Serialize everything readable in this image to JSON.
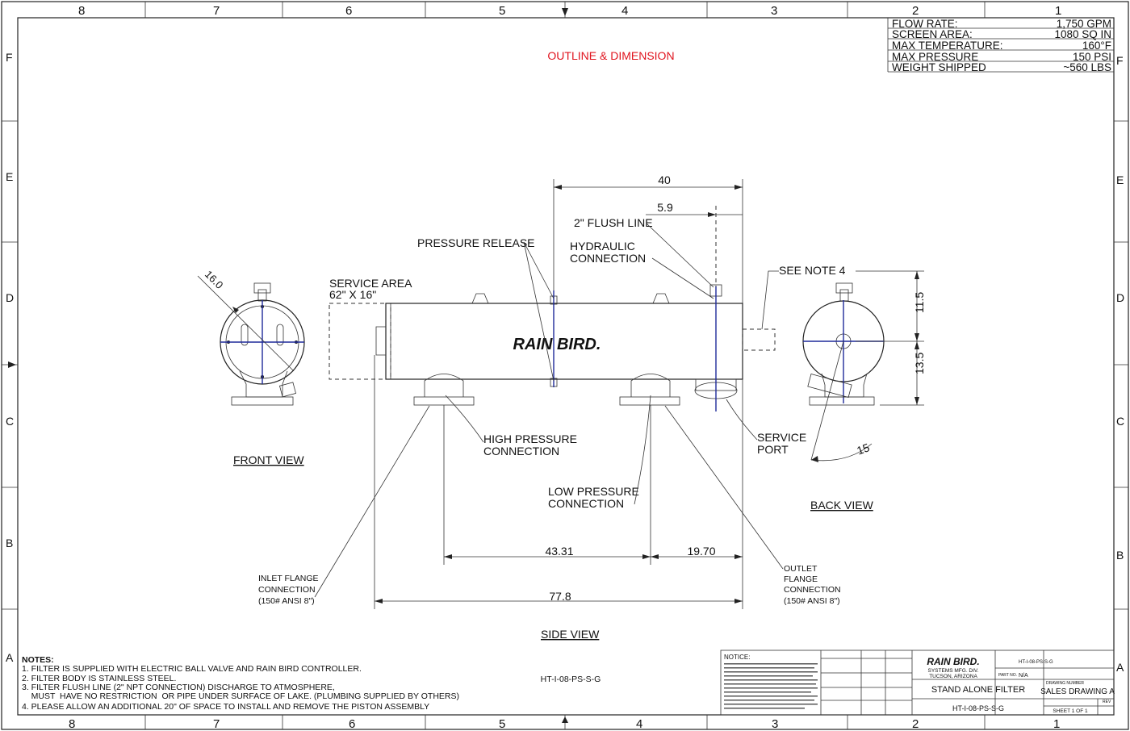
{
  "title": "OUTLINE & DIMENSION",
  "colors": {
    "title": "#e0141e",
    "ink": "#111111",
    "centerline": "#1f2a9a"
  },
  "zones": {
    "top": [
      "8",
      "7",
      "6",
      "5",
      "4",
      "3",
      "2",
      "1"
    ],
    "bottom": [
      "8",
      "7",
      "6",
      "5",
      "4",
      "3",
      "2",
      "1"
    ],
    "left": [
      "F",
      "E",
      "D",
      "C",
      "B",
      "A"
    ],
    "right": [
      "F",
      "E",
      "D",
      "C",
      "B",
      "A"
    ]
  },
  "specs": [
    {
      "label": "FLOW RATE:",
      "value": "1,750 GPM"
    },
    {
      "label": "SCREEN AREA:",
      "value": "1080 SQ IN"
    },
    {
      "label": "MAX TEMPERATURE:",
      "value": "160°F"
    },
    {
      "label": "MAX PRESSURE",
      "value": "150 PSI"
    },
    {
      "label": "WEIGHT SHIPPED",
      "value": "~560 LBS"
    }
  ],
  "views": {
    "front": "FRONT VIEW",
    "side": "SIDE VIEW",
    "back": "BACK VIEW"
  },
  "brand": "RAIN BIRD.",
  "labels": {
    "service_area_1": "SERVICE AREA",
    "service_area_2": "62\" X 16\"",
    "pressure_release": "PRESSURE RELEASE",
    "flush_line": "2\" FLUSH LINE",
    "hydraulic_1": "HYDRAULIC",
    "hydraulic_2": "CONNECTION",
    "see_note": "SEE NOTE 4",
    "high_pressure_1": "HIGH PRESSURE",
    "high_pressure_2": "CONNECTION",
    "service_port_1": "SERVICE",
    "service_port_2": "PORT",
    "low_pressure_1": "LOW PRESSURE",
    "low_pressure_2": "CONNECTION",
    "inlet_1": "INLET FLANGE",
    "inlet_2": "CONNECTION",
    "inlet_3": "(150# ANSI 8\")",
    "outlet_1": "OUTLET",
    "outlet_2": "FLANGE",
    "outlet_3": "CONNECTION",
    "outlet_4": "(150# ANSI 8\")"
  },
  "dimensions": {
    "front_dia": "16.0",
    "top_40": "40",
    "top_5_9": "5.9",
    "back_11_5": "11.5",
    "back_13_5": "13.5",
    "back_15": "15",
    "d_43_31": "43.31",
    "d_19_70": "19.70",
    "d_77_8": "77.8"
  },
  "notes": {
    "heading": "NOTES:",
    "items": [
      "1. FILTER IS SUPPLIED WITH ELECTRIC BALL VALVE AND RAIN BIRD CONTROLLER.",
      "2. FILTER BODY IS STAINLESS STEEL.",
      "3. FILTER FLUSH LINE (2\" NPT CONNECTION) DISCHARGE TO ATMOSPHERE,",
      "    MUST  HAVE NO RESTRICTION  OR PIPE UNDER SURFACE OF LAKE. (PLUMBING SUPPLIED BY OTHERS)",
      "4. PLEASE ALLOW AN ADDITIONAL 20\" OF SPACE TO INSTALL AND REMOVE THE PISTON ASSEMBLY"
    ]
  },
  "drawing_number": "HT-I-08-PS-S-G",
  "title_block": {
    "notice": "NOTICE:",
    "systems": "SYSTEMS MFG. DIV.",
    "city": "TUCSON, ARIZONA",
    "part_name": "STAND ALONE FILTER",
    "dwg_no": "HT-I-08-PS-S-G",
    "dwg_no_small": "HT-I-08-PS-S-G",
    "drawing_number_label": "DRAWING NUMBER",
    "sales": "SALES DRAWING A",
    "part_no_label": "PART NO.",
    "part_no": "N/A",
    "sheet": "SHEET 1 OF 1",
    "rev": "REV"
  }
}
